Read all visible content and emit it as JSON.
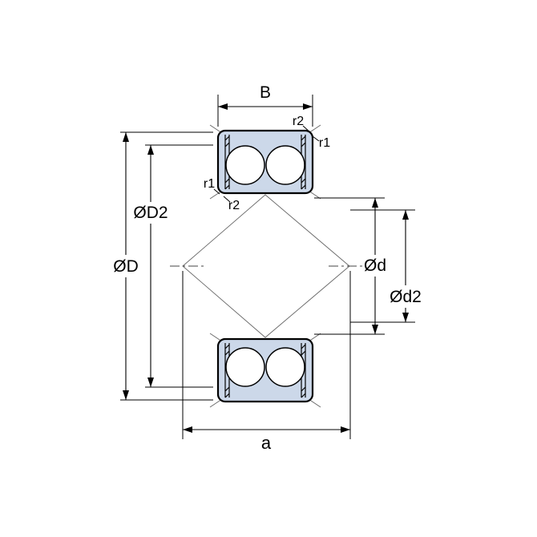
{
  "diagram": {
    "labels": {
      "width": "B",
      "r2_outer_top": "r2",
      "r1_outer_top": "r1",
      "r1_inner_left": "r1",
      "r2_inner_left": "r2",
      "shoulder_outer_diameter": "ØD2",
      "outer_diameter": "ØD",
      "bore_diameter": "Ød",
      "shoulder_inner_diameter": "Ød2",
      "load_center_distance": "a"
    },
    "colors": {
      "background": "#ffffff",
      "line": "#000000",
      "construction_line": "#666666",
      "bearing_fill": "#ccd8e9",
      "ball_fill": "#ffffff"
    }
  }
}
